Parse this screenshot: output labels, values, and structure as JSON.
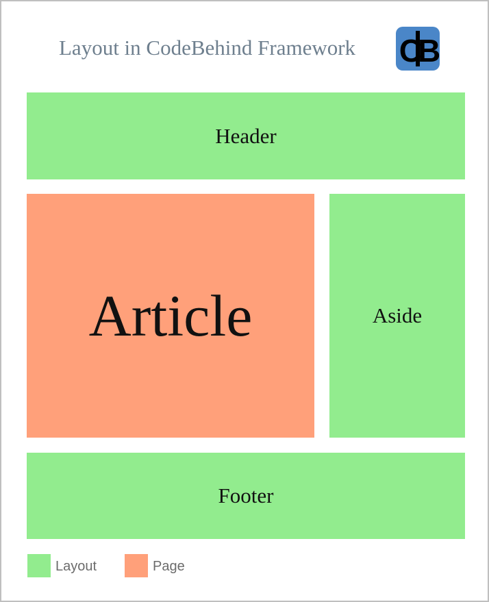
{
  "title": "Layout in CodeBehind Framework",
  "logo": {
    "text": "CB",
    "icon": "codebehind-logo-icon",
    "color": "#4a86c8"
  },
  "blocks": {
    "header": {
      "label": "Header",
      "kind": "Layout"
    },
    "article": {
      "label": "Article",
      "kind": "Page"
    },
    "aside": {
      "label": "Aside",
      "kind": "Layout"
    },
    "footer": {
      "label": "Footer",
      "kind": "Layout"
    }
  },
  "legend": [
    {
      "label": "Layout",
      "color": "#92ec8e"
    },
    {
      "label": "Page",
      "color": "#ffa07a"
    }
  ]
}
